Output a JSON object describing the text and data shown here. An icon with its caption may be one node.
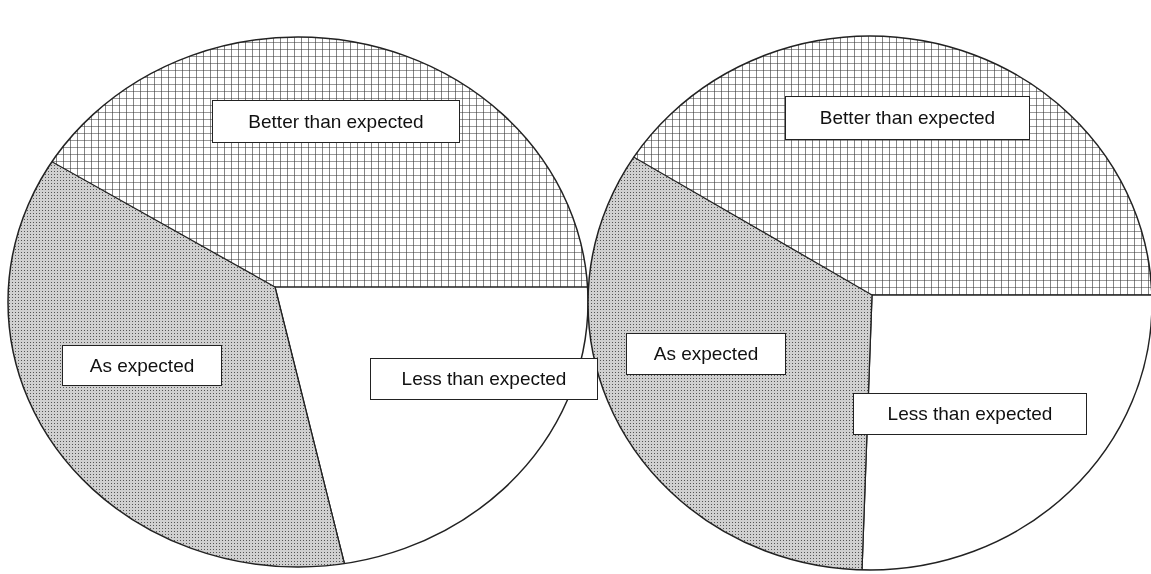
{
  "diagram": {
    "labels": [
      "Better than expected",
      "As expected",
      "Less than expected",
      "Better than expected",
      "As expected",
      "Less than expected"
    ]
  }
}
